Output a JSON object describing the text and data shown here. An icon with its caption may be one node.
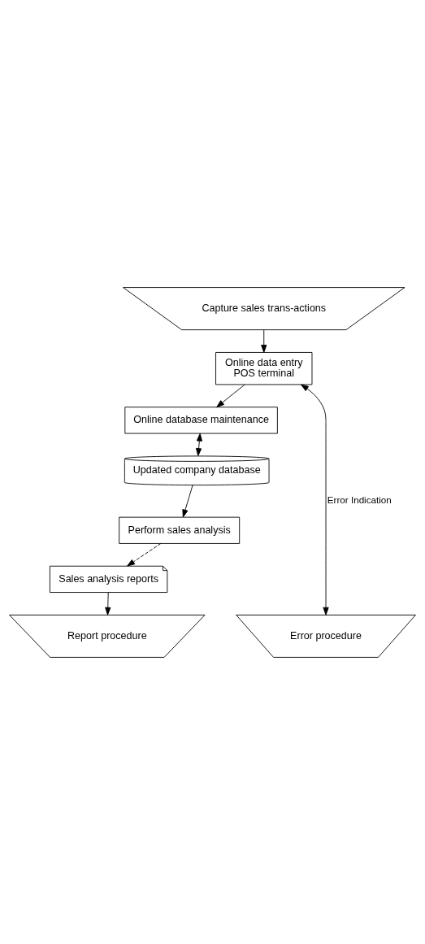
{
  "diagram": {
    "nodes": [
      {
        "text": [
          "Capture sales trans-actions"
        ]
      },
      {
        "text": [
          "Online data entry",
          "POS terminal"
        ]
      },
      {
        "text": [
          "Online database maintenance"
        ]
      },
      {
        "text": [
          "Updated company database"
        ]
      },
      {
        "text": [
          "Perform sales analysis"
        ]
      },
      {
        "text": [
          "Sales analysis reports"
        ]
      },
      {
        "text": [
          "Error procedure"
        ]
      },
      {
        "text": [
          "Report procedure"
        ]
      }
    ],
    "edges": [
      {
        "from": 0,
        "to": 1,
        "arrow": "to"
      },
      {
        "from": 1,
        "to": 2,
        "arrow": "to"
      },
      {
        "from": 2,
        "to": 3,
        "arrow": "both"
      },
      {
        "from": 3,
        "to": 4,
        "arrow": "to"
      },
      {
        "from": 4,
        "to": 5,
        "arrow": "to",
        "style": "dashed"
      },
      {
        "from": 5,
        "to": 7,
        "arrow": "to"
      },
      {
        "from": 1,
        "to": 6,
        "arrow": "both",
        "label": "Error Indication"
      }
    ]
  }
}
